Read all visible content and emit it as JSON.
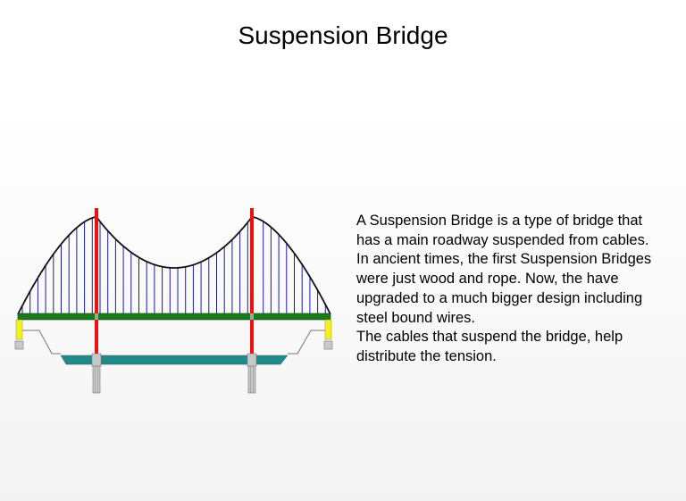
{
  "slide": {
    "title": "Suspension Bridge",
    "paragraphs": [
      "A Suspension Bridge is a type of bridge that has a main roadway suspended from cables.",
      "In ancient times, the first Suspension Bridges were just wood and rope. Now, the have upgraded to a much bigger design including steel bound wires.",
      "The cables that suspend the bridge, help distribute the tension."
    ]
  },
  "colors": {
    "tower": "#ee1111",
    "deck": "#1a7a1a",
    "hanger": "#1c1ca0",
    "water": "#1f8a8a",
    "anchor": "#f2f21a",
    "pier": "#c8c8c8"
  }
}
